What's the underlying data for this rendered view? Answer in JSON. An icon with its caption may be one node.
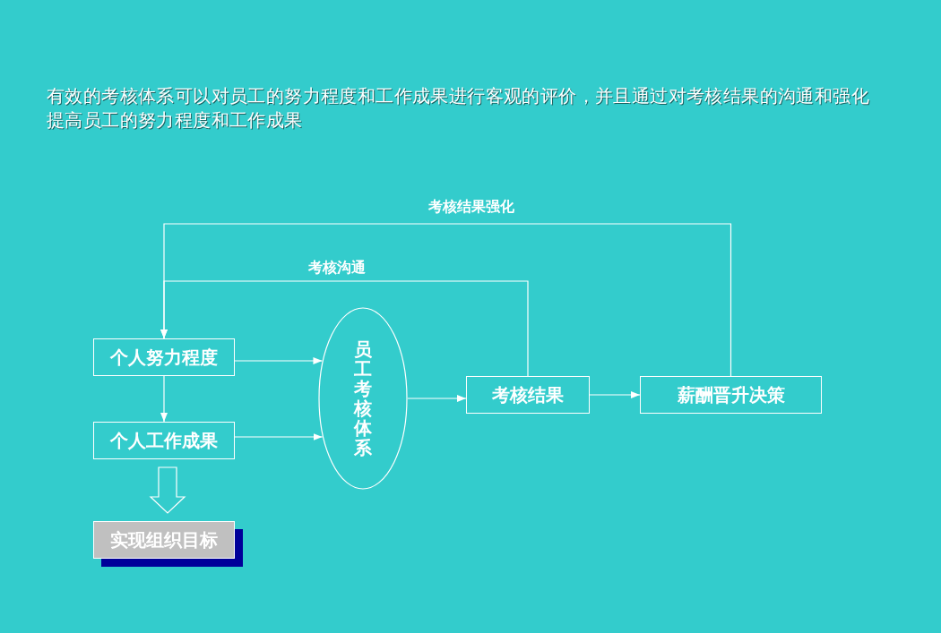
{
  "diagram": {
    "title": "有效的考核体系可以对员工的努力程度和工作成果进行客观的评价，并且通过对考核结果的沟通和强化提高员工的努力程度和工作成果",
    "nodes": [
      {
        "text": [
          "个人努力程度"
        ]
      },
      {
        "text": [
          "个人工作成果"
        ]
      },
      {
        "text": [
          "实现组织目标"
        ]
      },
      {
        "text": [
          "员工考核体系"
        ]
      },
      {
        "text": [
          "考核结果"
        ]
      },
      {
        "text": [
          "薪酬晋升决策"
        ]
      }
    ],
    "edges": [
      {
        "from": 0,
        "to": 3,
        "arrow": "to"
      },
      {
        "from": 1,
        "to": 3,
        "arrow": "to"
      },
      {
        "from": 0,
        "to": 1,
        "arrow": "to"
      },
      {
        "from": 1,
        "to": 2,
        "arrow": "to",
        "style": "thick"
      },
      {
        "from": 3,
        "to": 4,
        "arrow": "to"
      },
      {
        "from": 4,
        "to": 5,
        "arrow": "to"
      },
      {
        "from": 4,
        "to": 0,
        "arrow": "to",
        "label": "考核沟通"
      },
      {
        "from": 5,
        "to": 0,
        "arrow": "to",
        "label": "考核结果强化"
      }
    ]
  }
}
